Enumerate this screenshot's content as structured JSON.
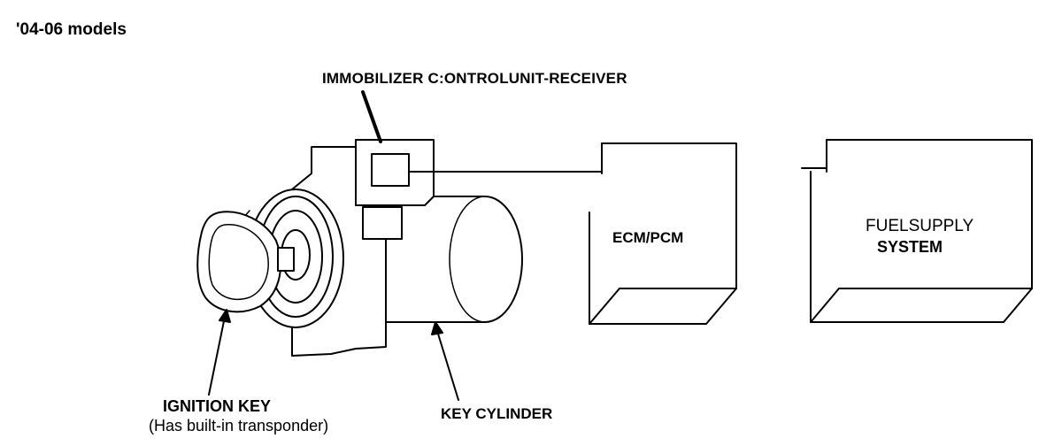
{
  "title": "'04-06 models",
  "labels": {
    "immobilizer": "IMMOBILIZER C:ONTROLUNIT-RECEIVER",
    "ecm_pcm": "ECM/PCM",
    "fuel_supply_line1": "FUELSUPPLY",
    "fuel_supply_line2": "SYSTEM",
    "ignition_key_line1": "IGNITION KEY",
    "ignition_key_line2": "(Has built-in transponder)",
    "key_cylinder": "KEY CYLINDER"
  },
  "colors": {
    "line": "#000000",
    "background": "#ffffff"
  }
}
